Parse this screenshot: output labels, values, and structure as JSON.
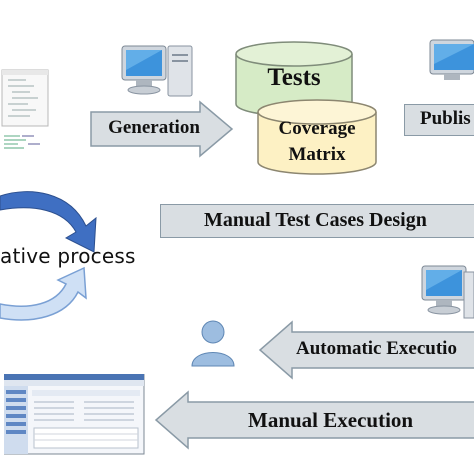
{
  "diagram": {
    "tests_label": "Tests",
    "coverage_label_line1": "Coverage",
    "coverage_label_line2": "Matrix",
    "generation_label": "Generation",
    "publish_label": "Publis",
    "manual_design_label": "Manual Test Cases Design",
    "iterative_label": "ative process",
    "automatic_execution_label": "Automatic Executio",
    "manual_execution_label": "Manual Execution"
  },
  "colors": {
    "tests_cylinder": "#d6ebc6",
    "coverage_cylinder": "#fdf1c4",
    "arrow_fill": "#d9dee2",
    "arrow_stroke": "#8a9aa6",
    "cycle_arrow": "#3f6fc2",
    "monitor": "#4a9fe0",
    "user_icon": "#7fa7cf"
  }
}
